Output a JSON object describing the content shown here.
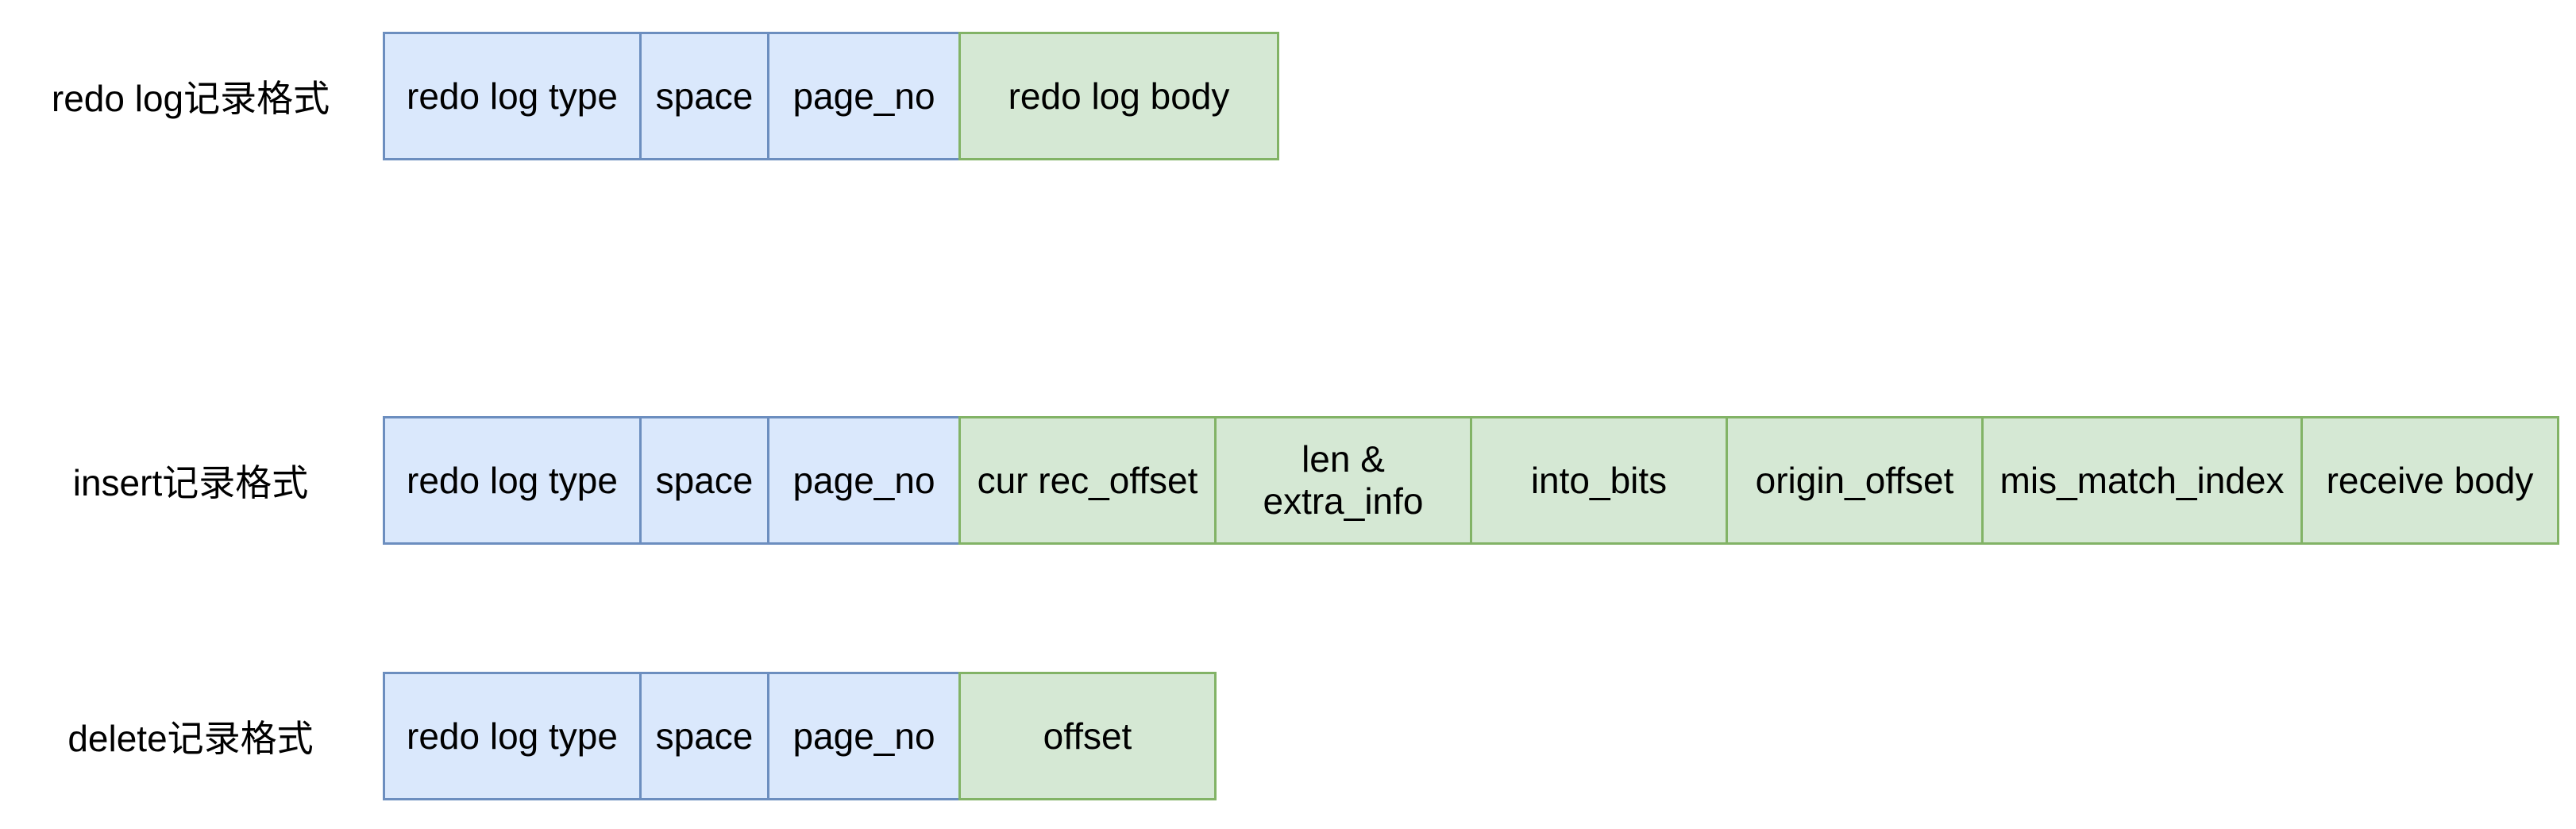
{
  "formats": [
    {
      "label": "redo log记录格式",
      "fields": [
        {
          "text": "redo log type",
          "kind": "header"
        },
        {
          "text": "space",
          "kind": "header"
        },
        {
          "text": "page_no",
          "kind": "header"
        },
        {
          "text": "redo log body",
          "kind": "body"
        }
      ]
    },
    {
      "label": "insert记录格式",
      "fields": [
        {
          "text": "redo log type",
          "kind": "header"
        },
        {
          "text": "space",
          "kind": "header"
        },
        {
          "text": "page_no",
          "kind": "header"
        },
        {
          "text": "cur rec_offset",
          "kind": "body"
        },
        {
          "text": "len &\nextra_info",
          "kind": "body"
        },
        {
          "text": "into_bits",
          "kind": "body"
        },
        {
          "text": "origin_offset",
          "kind": "body"
        },
        {
          "text": "mis_match_index",
          "kind": "body"
        },
        {
          "text": "receive body",
          "kind": "body"
        }
      ]
    },
    {
      "label": "delete记录格式",
      "fields": [
        {
          "text": "redo log type",
          "kind": "header"
        },
        {
          "text": "space",
          "kind": "header"
        },
        {
          "text": "page_no",
          "kind": "header"
        },
        {
          "text": "offset",
          "kind": "body"
        }
      ]
    }
  ],
  "colors": {
    "header_fill": "#dae8fc",
    "header_stroke": "#6c8ebf",
    "body_fill": "#d5e8d4",
    "body_stroke": "#82b366"
  }
}
